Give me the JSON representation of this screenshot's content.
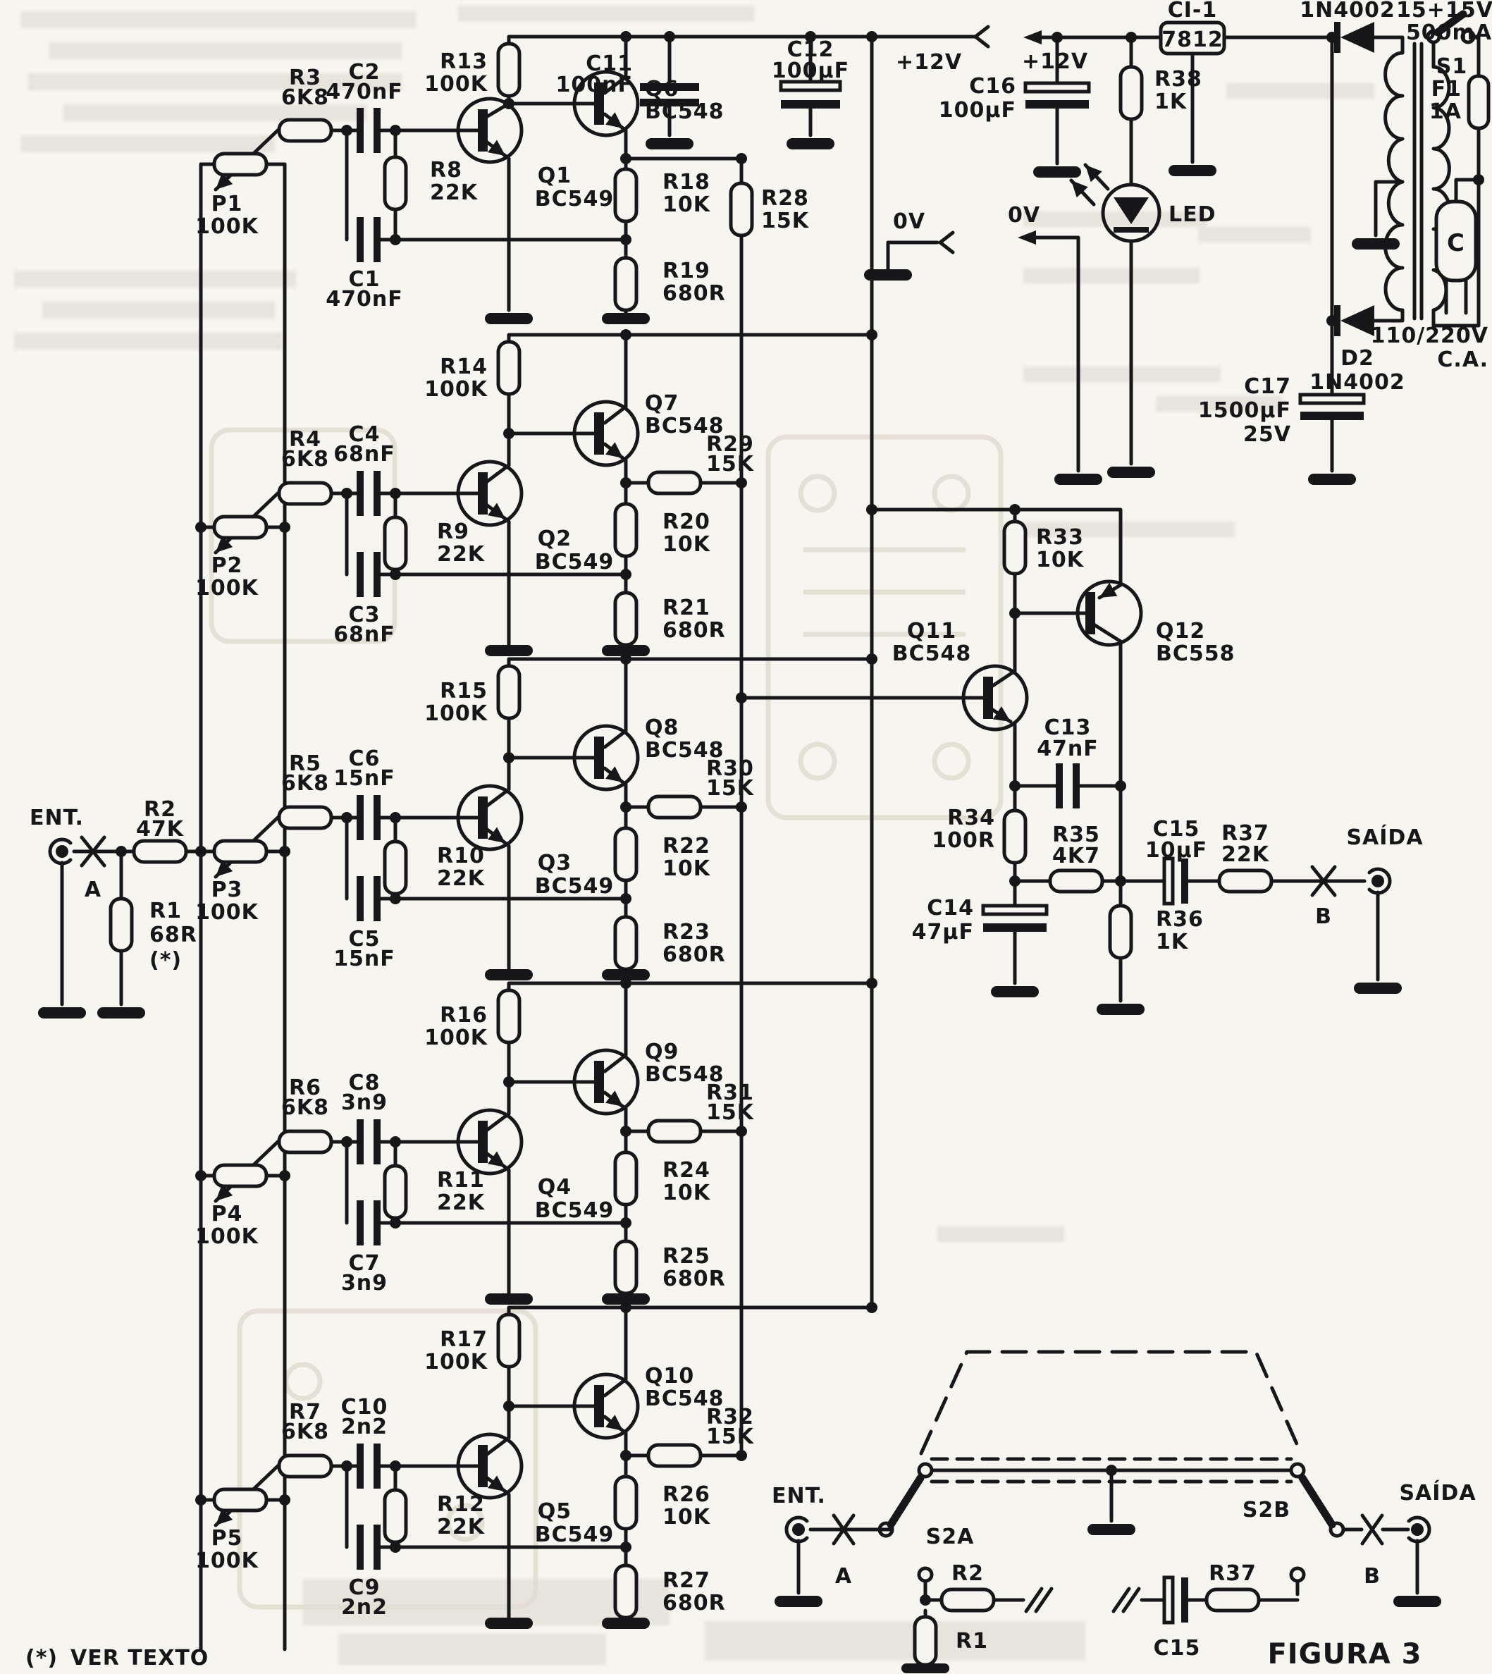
{
  "doc": {
    "figure": "FIGURA 3",
    "footnote_mark": "(*)",
    "footnote": "VER TEXTO"
  },
  "rails": {
    "v12_main": "+12V",
    "ov_main": "0V",
    "v12_ps": "+12V",
    "ov_ps": "0V"
  },
  "input": {
    "label": "ENT.",
    "point": "A",
    "r2": [
      "R2",
      "47K"
    ],
    "r1": [
      "R1",
      "68R",
      "(*)"
    ]
  },
  "bands": [
    {
      "pot": [
        "P1",
        "100K"
      ],
      "rin": [
        "R3",
        "6K8"
      ],
      "ctop": [
        "C2",
        "470nF"
      ],
      "cbot": [
        "C1",
        "470nF"
      ],
      "rf": [
        "R8",
        "22K"
      ],
      "qa": [
        "Q1",
        "BC549"
      ],
      "rc": [
        "R13",
        "100K"
      ],
      "qb": [
        "Q6",
        "BC548"
      ],
      "ro": [
        "R28",
        "15K"
      ],
      "rd1": [
        "R18",
        "10K"
      ],
      "rd2": [
        "R19",
        "680R"
      ]
    },
    {
      "pot": [
        "P2",
        "100K"
      ],
      "rin": [
        "R4",
        "6K8"
      ],
      "ctop": [
        "C4",
        "68nF"
      ],
      "cbot": [
        "C3",
        "68nF"
      ],
      "rf": [
        "R9",
        "22K"
      ],
      "qa": [
        "Q2",
        "BC549"
      ],
      "rc": [
        "R14",
        "100K"
      ],
      "qb": [
        "Q7",
        "BC548"
      ],
      "ro": [
        "R29",
        "15K"
      ],
      "rd1": [
        "R20",
        "10K"
      ],
      "rd2": [
        "R21",
        "680R"
      ]
    },
    {
      "pot": [
        "P3",
        "100K"
      ],
      "rin": [
        "R5",
        "6K8"
      ],
      "ctop": [
        "C6",
        "15nF"
      ],
      "cbot": [
        "C5",
        "15nF"
      ],
      "rf": [
        "R10",
        "22K"
      ],
      "qa": [
        "Q3",
        "BC549"
      ],
      "rc": [
        "R15",
        "100K"
      ],
      "qb": [
        "Q8",
        "BC548"
      ],
      "ro": [
        "R30",
        "15K"
      ],
      "rd1": [
        "R22",
        "10K"
      ],
      "rd2": [
        "R23",
        "680R"
      ]
    },
    {
      "pot": [
        "P4",
        "100K"
      ],
      "rin": [
        "R6",
        "6K8"
      ],
      "ctop": [
        "C8",
        "3n9"
      ],
      "cbot": [
        "C7",
        "3n9"
      ],
      "rf": [
        "R11",
        "22K"
      ],
      "qa": [
        "Q4",
        "BC549"
      ],
      "rc": [
        "R16",
        "100K"
      ],
      "qb": [
        "Q9",
        "BC548"
      ],
      "ro": [
        "R31",
        "15K"
      ],
      "rd1": [
        "R24",
        "10K"
      ],
      "rd2": [
        "R25",
        "680R"
      ]
    },
    {
      "pot": [
        "P5",
        "100K"
      ],
      "rin": [
        "R7",
        "6K8"
      ],
      "ctop": [
        "C10",
        "2n2"
      ],
      "cbot": [
        "C9",
        "2n2"
      ],
      "rf": [
        "R12",
        "22K"
      ],
      "qa": [
        "Q5",
        "BC549"
      ],
      "rc": [
        "R17",
        "100K"
      ],
      "qb": [
        "Q10",
        "BC548"
      ],
      "ro": [
        "R32",
        "15K"
      ],
      "rd1": [
        "R26",
        "10K"
      ],
      "rd2": [
        "R27",
        "680R"
      ]
    }
  ],
  "filters": {
    "c11": [
      "C11",
      "100nF"
    ],
    "c12": [
      "C12",
      "100µF"
    ]
  },
  "output": {
    "r33": [
      "R33",
      "10K"
    ],
    "q11": [
      "Q11",
      "BC548"
    ],
    "q12": [
      "Q12",
      "BC558"
    ],
    "c13": [
      "C13",
      "47nF"
    ],
    "r34": [
      "R34",
      "100R"
    ],
    "c14": [
      "C14",
      "47µF"
    ],
    "r35": [
      "R35",
      "4K7"
    ],
    "r36": [
      "R36",
      "1K"
    ],
    "c15": [
      "C15",
      "10µF"
    ],
    "r37": [
      "R37",
      "22K"
    ],
    "point": "B",
    "label": "SAÍDA"
  },
  "power": {
    "ci_ref": "CI-1",
    "ci_val": "7812",
    "d1": "1N4002",
    "d2_ref": "D2",
    "d2_val": "1N4002",
    "trafo_v": "15+15V",
    "trafo_i": "500mA",
    "s1": "S1",
    "f1_ref": "F1",
    "f1_val": "1A",
    "plug": "C",
    "mains": "110/220V",
    "ac": "C.A.",
    "c16": [
      "C16",
      "100µF"
    ],
    "c17": [
      "C17",
      "1500µF",
      "25V"
    ],
    "r38": [
      "R38",
      "1K"
    ],
    "led": "LED"
  },
  "bypass": {
    "in": "ENT.",
    "a": "A",
    "s2a": "S2A",
    "s2b": "S2B",
    "r2": "R2",
    "r1": "R1",
    "c15": "C15",
    "r37": "R37",
    "b": "B",
    "out": "SAÍDA"
  }
}
